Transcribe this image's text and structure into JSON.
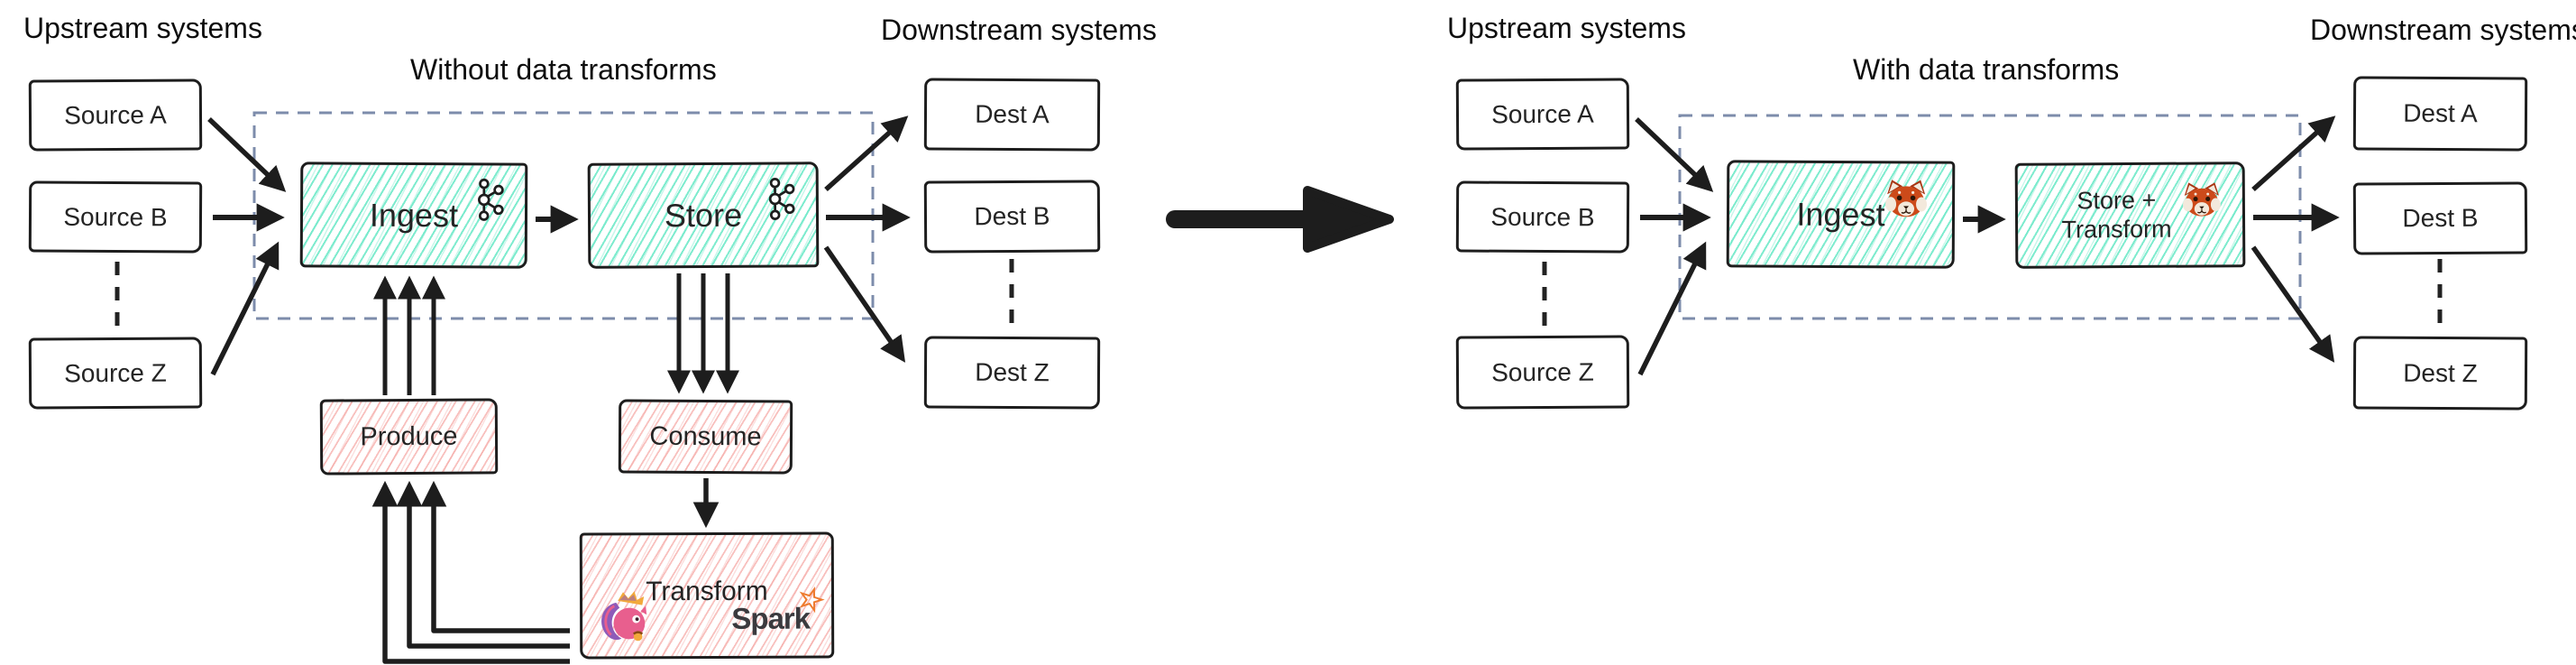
{
  "colors": {
    "ink": "#1d1d1d",
    "teal_hatch": "#68e8c6",
    "pink_hatch": "#f39692",
    "dashed_group_border": "#7d8cab",
    "spark_orange": "#ee7b2f",
    "spark_text": "#3b3a3e",
    "flink_pink": "#e85f8e",
    "flink_purple": "#8e5bb8",
    "flink_crest_orange": "#f2a93b",
    "redpanda_orange": "#cc4a1a"
  },
  "left": {
    "upstream_label": "Upstream systems",
    "downstream_label": "Downstream systems",
    "title": "Without data transforms",
    "sources": [
      "Source A",
      "Source B",
      "Source Z"
    ],
    "dests": [
      "Dest A",
      "Dest B",
      "Dest Z"
    ],
    "ingest": "Ingest",
    "store": "Store",
    "produce": "Produce",
    "consume": "Consume",
    "transform": "Transform",
    "spark": "Spark",
    "icons": {
      "ingest": "kafka-icon",
      "store": "kafka-icon",
      "transform_bottom_left": "flink-icon",
      "transform_bottom_right": "spark-star-icon"
    }
  },
  "right": {
    "upstream_label": "Upstream systems",
    "downstream_label": "Downstream systems",
    "title": "With data transforms",
    "sources": [
      "Source A",
      "Source B",
      "Source Z"
    ],
    "dests": [
      "Dest A",
      "Dest B",
      "Dest Z"
    ],
    "ingest": "Ingest",
    "store_transform_line1": "Store +",
    "store_transform_line2": "Transform",
    "icons": {
      "ingest": "redpanda-icon",
      "store_transform": "redpanda-icon"
    }
  }
}
